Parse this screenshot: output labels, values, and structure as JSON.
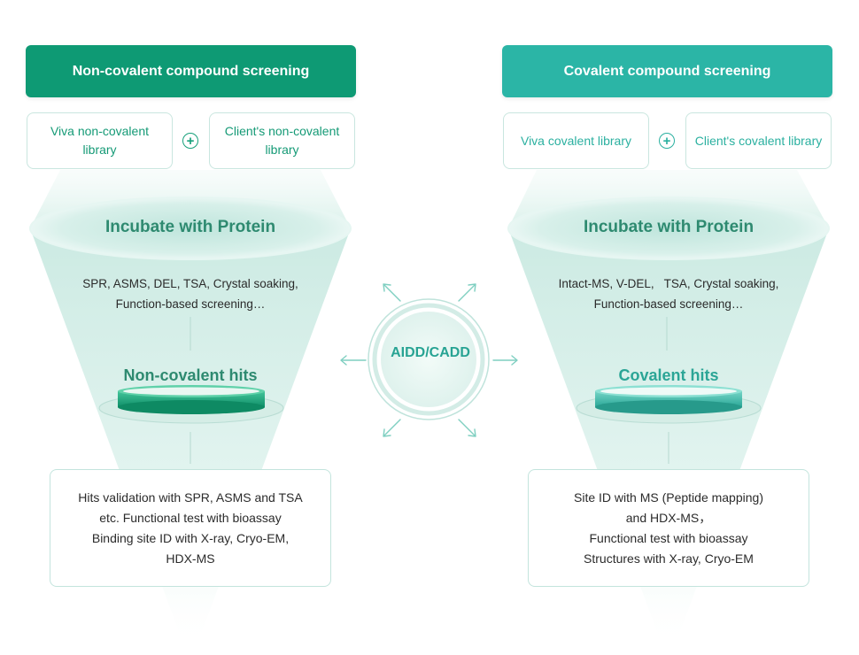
{
  "colors": {
    "left_accent": "#0e9a74",
    "right_accent": "#2bb5a6",
    "funnel": "#cdebe4",
    "title_text": "#2e8a70"
  },
  "left": {
    "header": "Non-covalent compound screening",
    "library_a": "Viva non-covalent library",
    "library_b": "Client's non-covalent library",
    "incubate": "Incubate with Protein",
    "methods_line1": "SPR, ASMS, DEL, TSA,  Crystal soaking,",
    "methods_line2": "Function-based screening…",
    "hits": "Non-covalent hits",
    "result_lines": [
      "Hits validation with SPR, ASMS and TSA",
      "etc. Functional test with bioassay",
      "Binding site ID with X-ray, Cryo-EM,",
      "HDX-MS"
    ]
  },
  "right": {
    "header": "Covalent compound screening",
    "library_a": "Viva covalent library",
    "library_b": "Client's covalent library",
    "incubate": "Incubate with Protein",
    "methods_line1": "Intact-MS, V-DEL,   TSA, Crystal soaking,",
    "methods_line2": "Function-based screening…",
    "hits": "Covalent hits",
    "result_lines": [
      "Site ID with MS (Peptide mapping)",
      "and HDX-MS，",
      "Functional test with bioassay",
      "Structures with X-ray, Cryo-EM"
    ]
  },
  "center": {
    "label": "AIDD/CADD"
  }
}
